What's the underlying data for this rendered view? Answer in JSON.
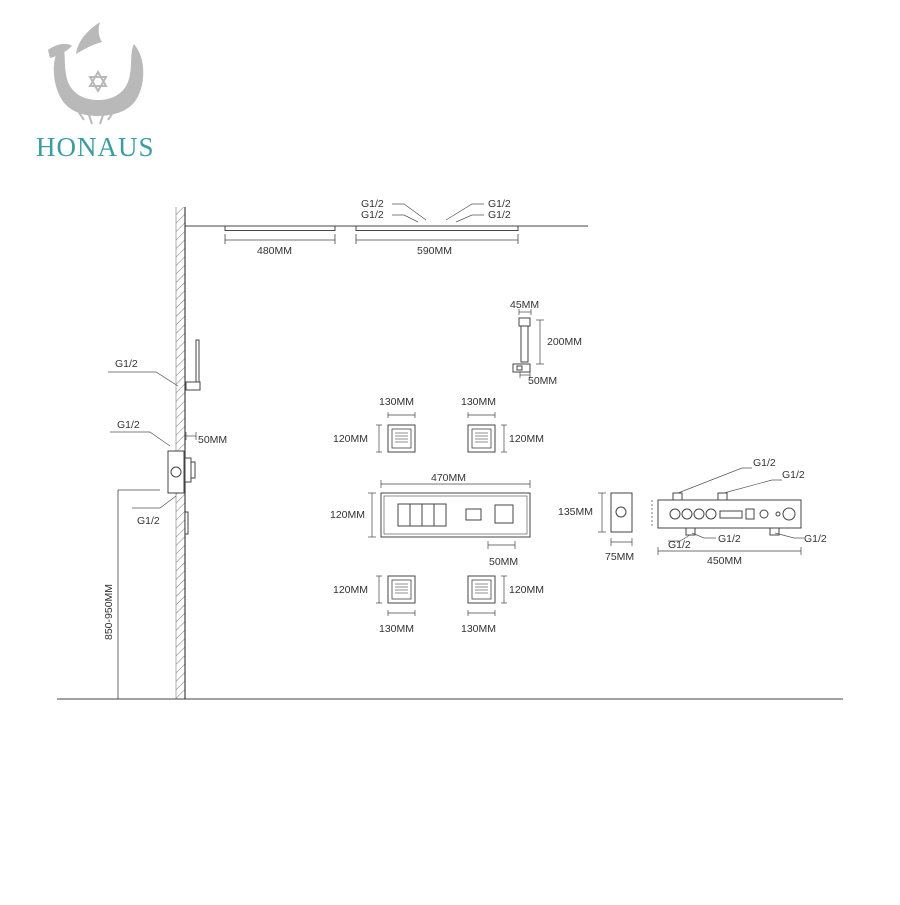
{
  "brand": {
    "name": "HONAUS",
    "color": "#3a9da3",
    "logo_color": "#b9b9b9",
    "logo_icon": "horseshoe-star-of-david-icon"
  },
  "colors": {
    "line": "#444444",
    "text": "#333333"
  },
  "labels": {
    "ceiling_left_width": "480MM",
    "ceiling_right_width": "590MM",
    "ceiling_thread_tl": "G1/2",
    "ceiling_thread_bl": "G1/2",
    "ceiling_thread_tr": "G1/2",
    "ceiling_thread_br": "G1/2",
    "wall_thread_upper": "G1/2",
    "wall_thread_middle": "G1/2",
    "wall_thread_lower": "G1/2",
    "wall_mixer_depth": "50MM",
    "mount_height": "850-950MM",
    "hand_shower_width": "45MM",
    "hand_shower_height": "200MM",
    "hand_shower_depth": "50MM",
    "jet_tl_width": "130MM",
    "jet_tl_height": "120MM",
    "jet_tr_width": "130MM",
    "jet_tr_height": "120MM",
    "jet_bl_width": "130MM",
    "jet_bl_height": "120MM",
    "jet_br_width": "130MM",
    "jet_br_height": "120MM",
    "panel_width": "470MM",
    "panel_height": "120MM",
    "panel_depth": "50MM",
    "valve_height": "135MM",
    "valve_depth": "75MM",
    "body_width": "450MM",
    "body_thread_tl": "G1/2",
    "body_thread_tr": "G1/2",
    "body_thread_bl": "G1/2",
    "body_thread_bm": "G1/2",
    "body_thread_br": "G1/2"
  }
}
